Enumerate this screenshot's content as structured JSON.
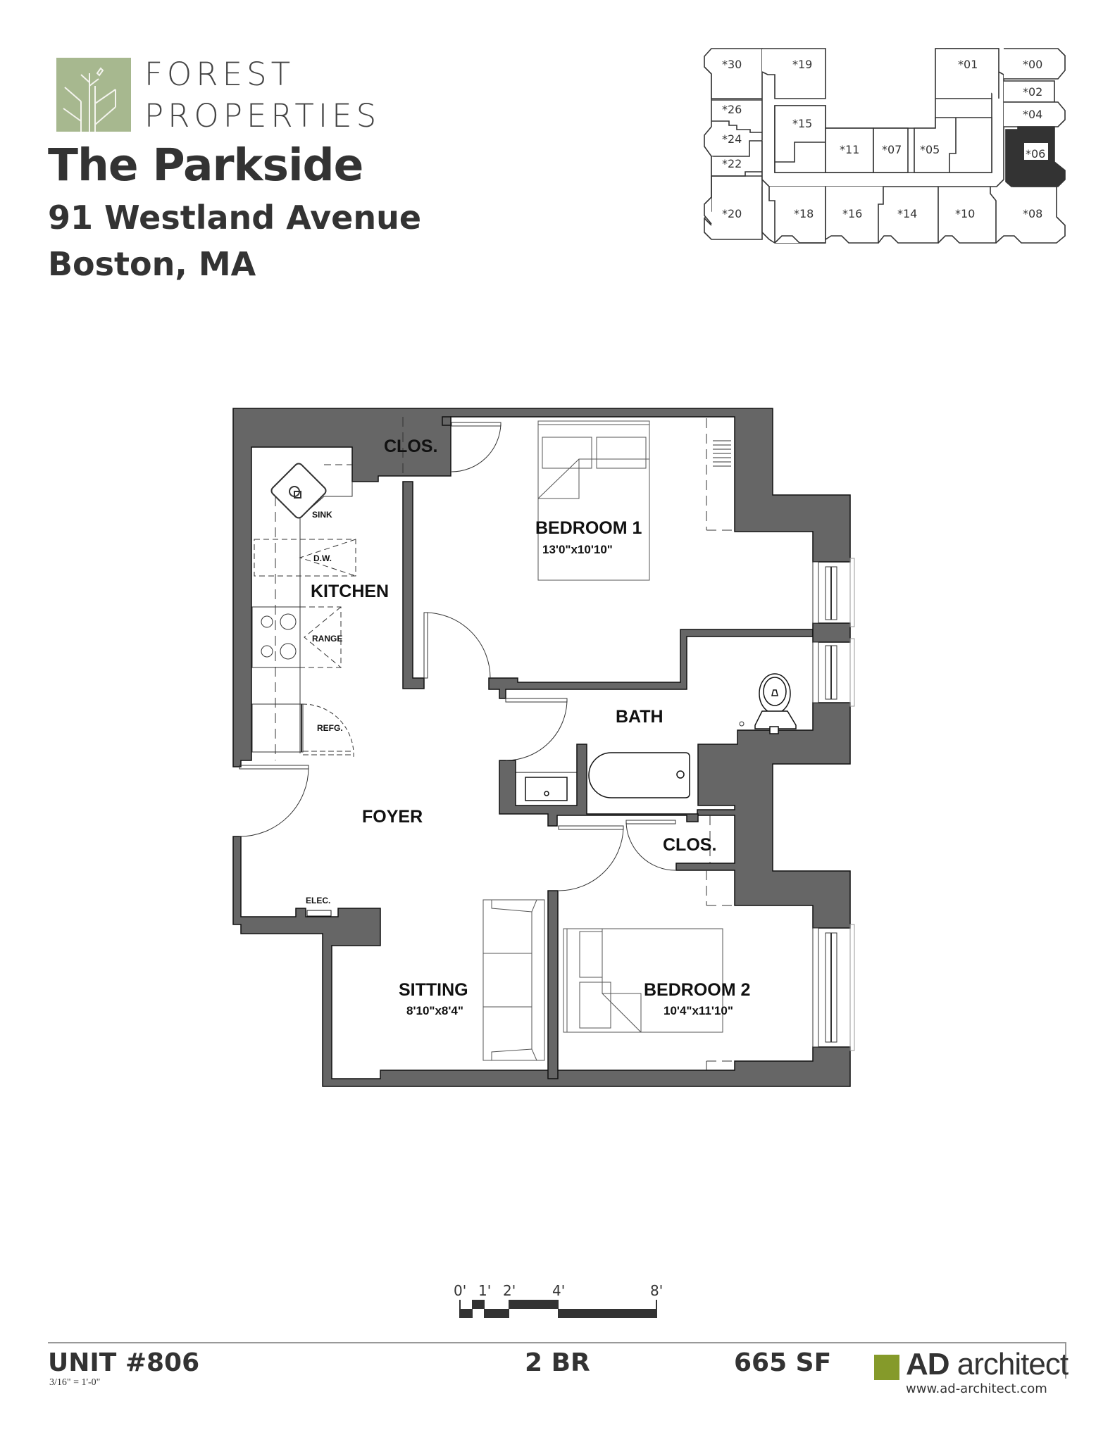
{
  "brand": {
    "line1": "FOREST",
    "line2": "PROPERTIES",
    "logo_icon": "tree-sprout-icon",
    "logo_color": "#a7b88f"
  },
  "property": {
    "name": "The Parkside",
    "address_line1": "91 Westland Avenue",
    "address_line2": "Boston, MA"
  },
  "key_plan": {
    "units": [
      "*30",
      "*19",
      "*01",
      "*00",
      "*02",
      "*04",
      "*26",
      "*15",
      "*24",
      "*22",
      "*11",
      "*07",
      "*05",
      "*06",
      "*20",
      "*18",
      "*16",
      "*14",
      "*10",
      "*08"
    ],
    "highlighted_unit": "*06",
    "highlight_color": "#333333"
  },
  "floor_plan": {
    "wall_color": "#666666",
    "rooms": {
      "closet_1": "CLOS.",
      "bedroom_1": "BEDROOM 1",
      "bedroom_1_dim": "13'0\"x10'10\"",
      "kitchen": "KITCHEN",
      "sink": "SINK",
      "dishwasher": "D.W.",
      "range": "RANGE",
      "refrigerator": "REFG.",
      "bath": "BATH",
      "foyer": "FOYER",
      "closet_2": "CLOS.",
      "electrical": "ELEC.",
      "sitting": "SITTING",
      "sitting_dim": "8'10\"x8'4\"",
      "bedroom_2": "BEDROOM 2",
      "bedroom_2_dim": "10'4\"x11'10\""
    }
  },
  "scale_bar": {
    "ticks": [
      "0'",
      "1'",
      "2'",
      "4'",
      "8'"
    ]
  },
  "footer": {
    "unit": "UNIT #806",
    "scale_note": "3/16\" = 1'-0\"",
    "bedrooms": "2 BR",
    "area": "665 SF",
    "architect_bold": "AD",
    "architect_rest": " architect",
    "architect_url": "www.ad-architect.com",
    "architect_color": "#859a2a"
  }
}
